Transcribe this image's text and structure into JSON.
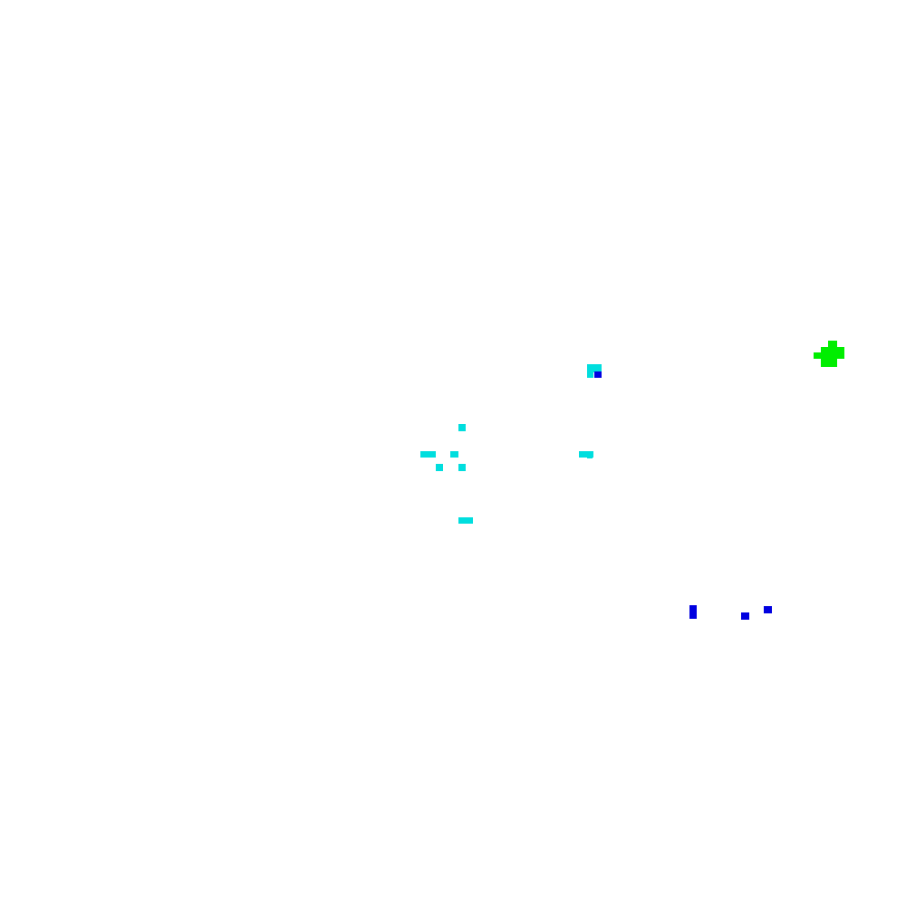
{
  "canvas": {
    "background": "#ffffff"
  },
  "palette": {
    "cyan": "#00dede",
    "blue": "#0000e0",
    "green": "#00ee00"
  },
  "groups": {
    "cyan_cluster": "cyan",
    "blue_cluster": "blue",
    "green_blob": "green"
  }
}
